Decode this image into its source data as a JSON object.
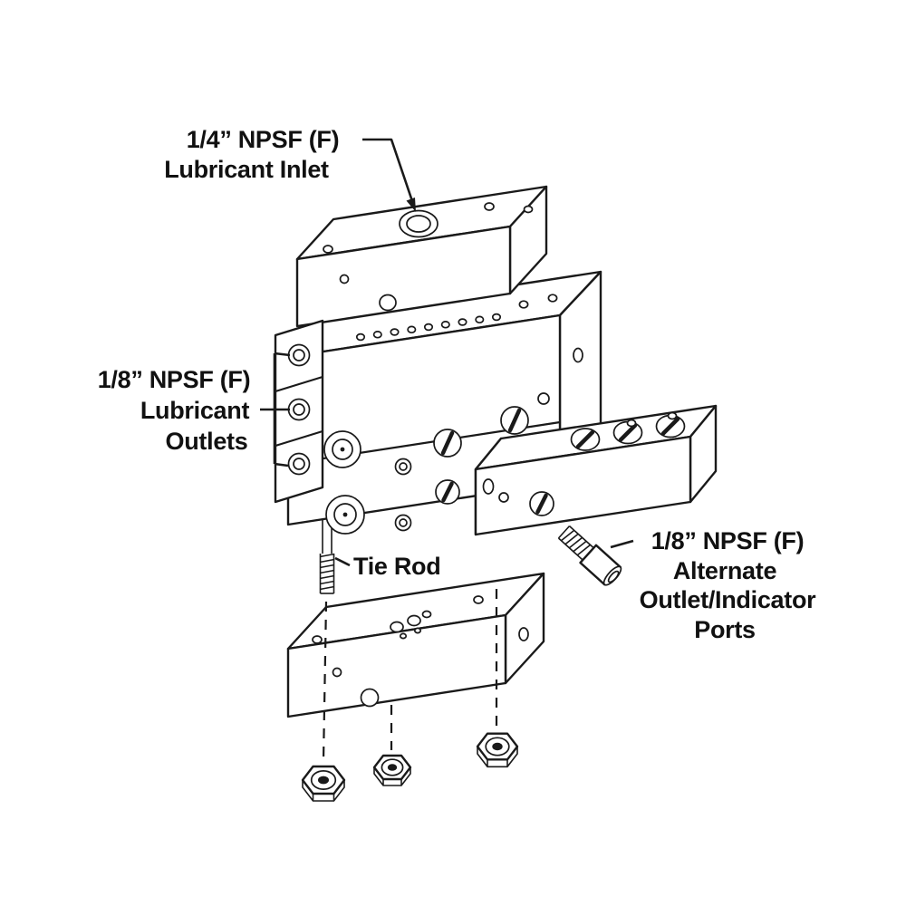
{
  "colors": {
    "ink": "#1a1a1a",
    "background": "#ffffff"
  },
  "labels": {
    "inlet": {
      "line1": "1/4” NPSF (F)",
      "line2": "Lubricant Inlet"
    },
    "outlets": {
      "line1": "1/8” NPSF (F)",
      "line2": "Lubricant",
      "line3": "Outlets"
    },
    "tie_rod": "Tie Rod",
    "alternate": {
      "line1": "1/8” NPSF (F)",
      "line2": "Alternate",
      "line3": "Outlet/Indicator",
      "line4": "Ports"
    }
  }
}
